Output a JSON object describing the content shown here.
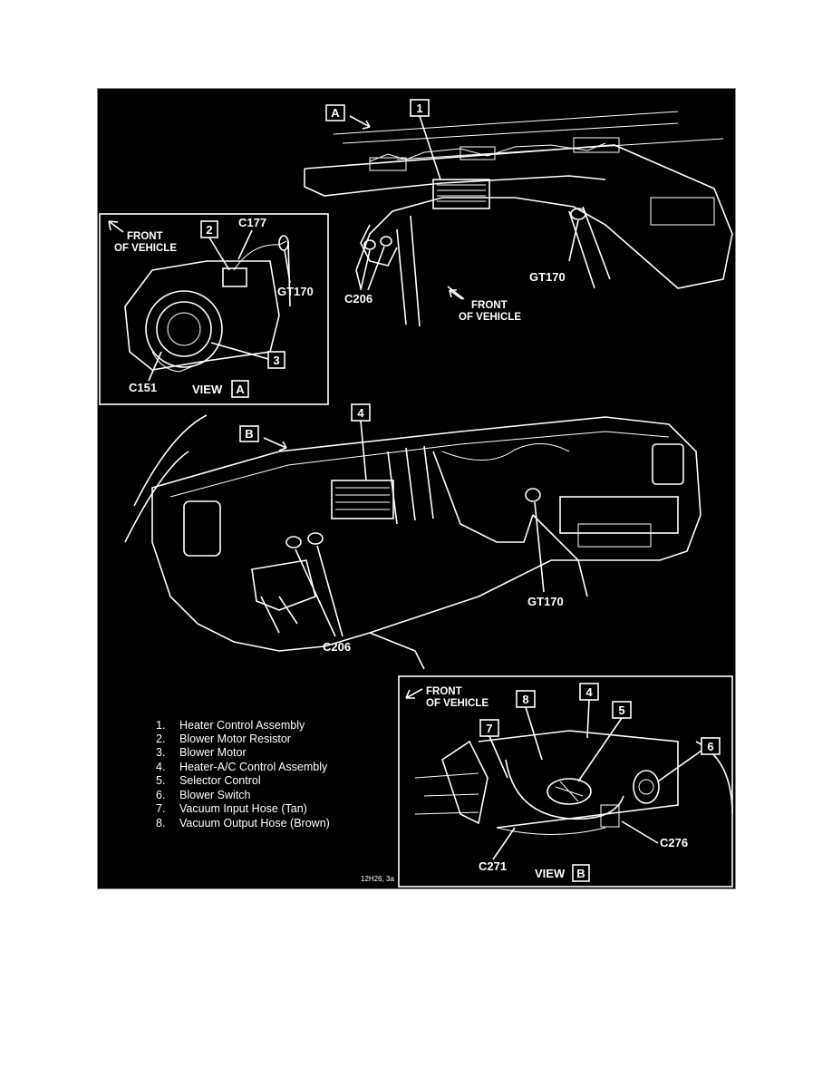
{
  "view_a_direction": "A",
  "view_b_direction": "B",
  "callouts": {
    "c1": "1",
    "c2": "2",
    "c3": "3",
    "c4_main": "4",
    "c4_b": "4",
    "c5": "5",
    "c6": "6",
    "c7": "7",
    "c8": "8"
  },
  "connectors": {
    "c177": "C177",
    "gt170_a": "GT170",
    "c151": "C151",
    "gt170_top": "GT170",
    "c206_top": "C206",
    "c206_mid": "C206",
    "gt170_mid": "GT170",
    "c271": "C271",
    "c276": "C276"
  },
  "front_of_vehicle": {
    "line1": "FRONT",
    "line2": "OF VEHICLE"
  },
  "view_a_label": "VIEW",
  "view_a_letter": "A",
  "view_b_label": "VIEW",
  "view_b_letter": "B",
  "legend": [
    {
      "num": "1.",
      "text": "Heater Control Assembly"
    },
    {
      "num": "2.",
      "text": "Blower Motor Resistor"
    },
    {
      "num": "3.",
      "text": "Blower Motor"
    },
    {
      "num": "4.",
      "text": "Heater-A/C Control Assembly"
    },
    {
      "num": "5.",
      "text": "Selector Control"
    },
    {
      "num": "6.",
      "text": "Blower Switch"
    },
    {
      "num": "7.",
      "text": "Vacuum Input Hose (Tan)"
    },
    {
      "num": "8.",
      "text": "Vacuum Output Hose (Brown)"
    }
  ],
  "figure_code": "12H26, 3a"
}
